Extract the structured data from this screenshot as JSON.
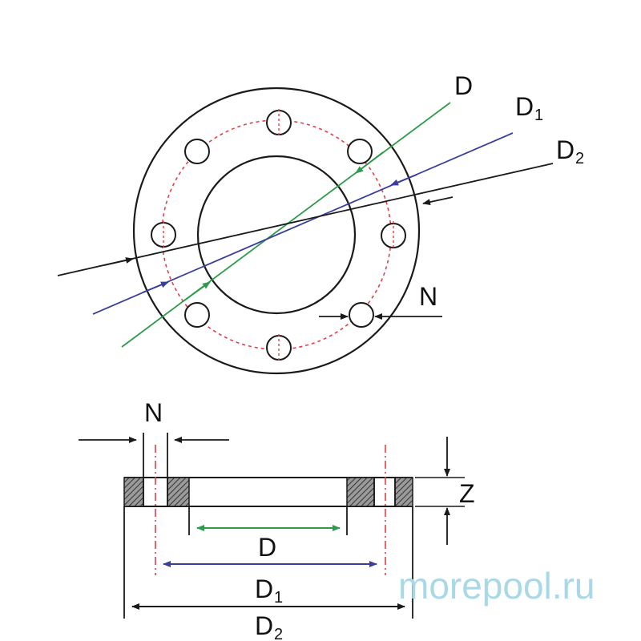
{
  "top_view": {
    "label_D": "D",
    "label_D1_main": "D",
    "label_D1_sub": "1",
    "label_D2_main": "D",
    "label_D2_sub": "2",
    "label_N": "N"
  },
  "side_view": {
    "label_N": "N",
    "label_Z": "Z",
    "label_D": "D",
    "label_D1_main": "D",
    "label_D1_sub": "1",
    "label_D2_main": "D",
    "label_D2_sub": "2"
  },
  "watermark": "morepool.ru",
  "colors": {
    "outline": "#1a1a1a",
    "bolt_circle": "#e0404a",
    "dim_D": "#2e9a4a",
    "dim_D1": "#3a3f9a",
    "dim_D2": "#1a1a1a",
    "watermark": "#a9d8e6"
  }
}
